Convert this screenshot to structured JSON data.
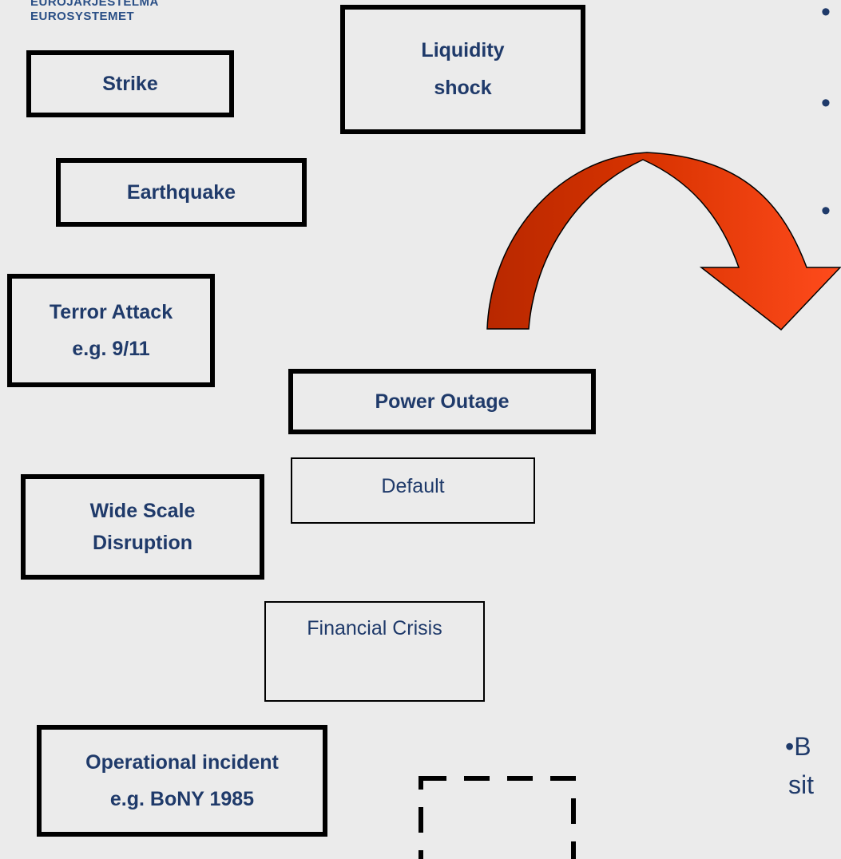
{
  "logo": {
    "line1": "EUROJÄRJESTELMÄ",
    "line2": "EUROSYSTEMET"
  },
  "boxes": {
    "strike": "Strike",
    "liquidity_1": "Liquidity",
    "liquidity_2": "shock",
    "earthquake": "Earthquake",
    "terror_1": "Terror Attack",
    "terror_2": "e.g. 9/11",
    "power": "Power Outage",
    "default": "Default",
    "wide_1": "Wide Scale",
    "wide_2": "Disruption",
    "financial": "Financial Crisis",
    "operational_1": "Operational incident",
    "operational_2": "e.g. BoNY 1985"
  },
  "right": {
    "bullet_glyph": "•",
    "line1": "•B",
    "line2": "sit"
  },
  "colors": {
    "arrow_dark": "#c42b00",
    "arrow_light": "#ff4a1a",
    "text": "#1f3a6a"
  }
}
